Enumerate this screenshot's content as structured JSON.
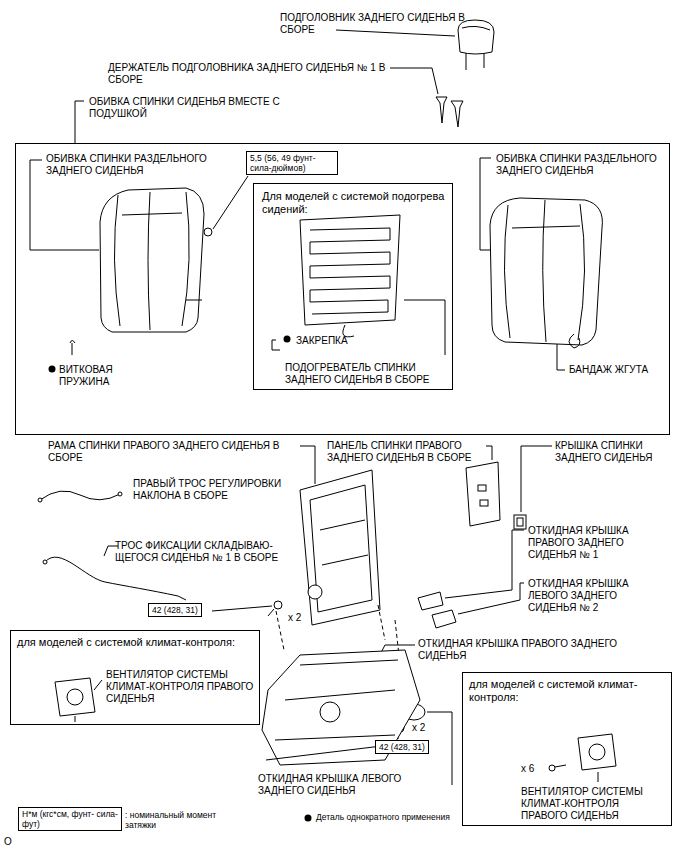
{
  "diagram": {
    "nodes": [
      {
        "text": [
          "ОБИВКА СПИНКИ СИДЕНЬЯ ВМЕСТЕ С ПОДУШКОЙ",
          "ОБИВКА СПИНКИ РАЗДЕЛЬНОГО ЗАДНЕГО СИДЕНЬЯ",
          "ОБИВКА СПИНКИ РАЗДЕЛЬНОГО ЗАДНЕГО СИДЕНЬЯ",
          "ВИТКОВАЯ ПРУЖИНА",
          "БАНДАЖ ЖГУТА"
        ]
      },
      {
        "text": [
          "Для моделей с системой подогрева сидений:",
          "ЗАКРЕПКА",
          "ПОДОГРЕВАТЕЛЬ СПИНКИ ЗАДНЕГО СИДЕНЬЯ В СБОРЕ"
        ],
        "in": 0
      },
      {
        "text": [
          "5,5 (56, 49 фунт- сила-дюймов)"
        ],
        "in": 0
      },
      {
        "text": [
          "42 (428, 31)"
        ]
      },
      {
        "text": [
          "42 (428, 31)"
        ]
      },
      {
        "text": [
          "для моделей с системой климат-контроля:",
          "ВЕНТИЛЯТОР СИСТЕМЫ КЛИМАТ-КОНТРОЛЯ ПРАВОГО СИДЕНЬЯ"
        ]
      },
      {
        "text": [
          "для моделей с системой климат-контроля:",
          "x 6",
          "ВЕНТИЛЯТОР СИСТЕМЫ КЛИМАТ-КОНТРОЛЯ ПРАВОГО СИДЕНЬЯ"
        ]
      },
      {
        "text": [
          "Н*м (кгс*см, фунт- сила-фут)"
        ]
      }
    ],
    "labels": [
      "ПОДГОЛОВНИК ЗАДНЕГО СИДЕНЬЯ В СБОРЕ",
      "ДЕРЖАТЕЛЬ ПОДГОЛОВНИКА ЗАДНЕГО СИДЕНЬЯ № 1 В СБОРЕ",
      "РАМА СПИНКИ ПРАВОГО ЗАДНЕГО СИДЕНЬЯ В СБОРЕ",
      "ПАНЕЛЬ СПИНКИ ПРАВОГО ЗАДНЕГО СИДЕНЬЯ В СБОРЕ",
      "КРЫШКА СПИНКИ ЗАДНЕГО СИДЕНЬЯ",
      "ПРАВЫЙ ТРОС РЕГУЛИРОВКИ НАКЛОНА В СБОРЕ",
      "ТРОС ФИКСАЦИИ СКЛАДЫВАЮ- ЩЕГОСЯ СИДЕНЬЯ № 1 В СБОРЕ",
      "ОТКИДНАЯ КРЫШКА ПРАВОГО ЗАДНЕГО СИДЕНЬЯ № 1",
      "ОТКИДНАЯ КРЫШКА ЛЕВОГО ЗАДНЕГО СИДЕНЬЯ № 2",
      "ОТКИДНАЯ КРЫШКА ПРАВОГО ЗАДНЕГО СИДЕНЬЯ",
      "x 2",
      "x 2",
      "ОТКИДНАЯ КРЫШКА ЛЕВОГО ЗАДНЕГО СИДЕНЬЯ",
      ": номинальный момент затяжки",
      "O"
    ],
    "legend": [
      {
        "text": "Деталь однократного применения"
      }
    ]
  }
}
